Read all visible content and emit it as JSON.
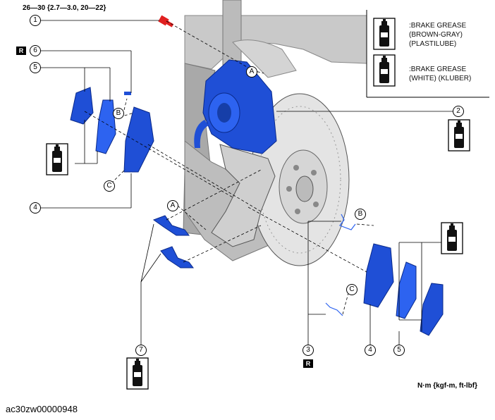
{
  "torque_spec": "26—30 {2.7—3.0, 20—22}",
  "units_label": "N·m {kgf-m, ft-lbf}",
  "figure_code": "ac30zw00000948",
  "legend": {
    "brown_gray": [
      ":BRAKE GREASE",
      "(BROWN-GRAY)",
      "(PLASTILUBE)"
    ],
    "white": [
      ":BRAKE GREASE",
      "(WHITE) (KLUBER)"
    ]
  },
  "callouts": {
    "n1": "1",
    "n2": "2",
    "n3": "3",
    "n4a": "4",
    "n4b": "4",
    "n5a": "5",
    "n5b": "5",
    "n6": "6",
    "n7": "7"
  },
  "letters": {
    "a1": "A",
    "a2": "A",
    "b1": "B",
    "b2": "B",
    "c1": "C",
    "c2": "C"
  },
  "replace_marks": {
    "r1": "R",
    "r2": "R"
  },
  "colors": {
    "part_blue": "#1f4fd6",
    "line": "#000000",
    "grease_can": "#111111"
  }
}
